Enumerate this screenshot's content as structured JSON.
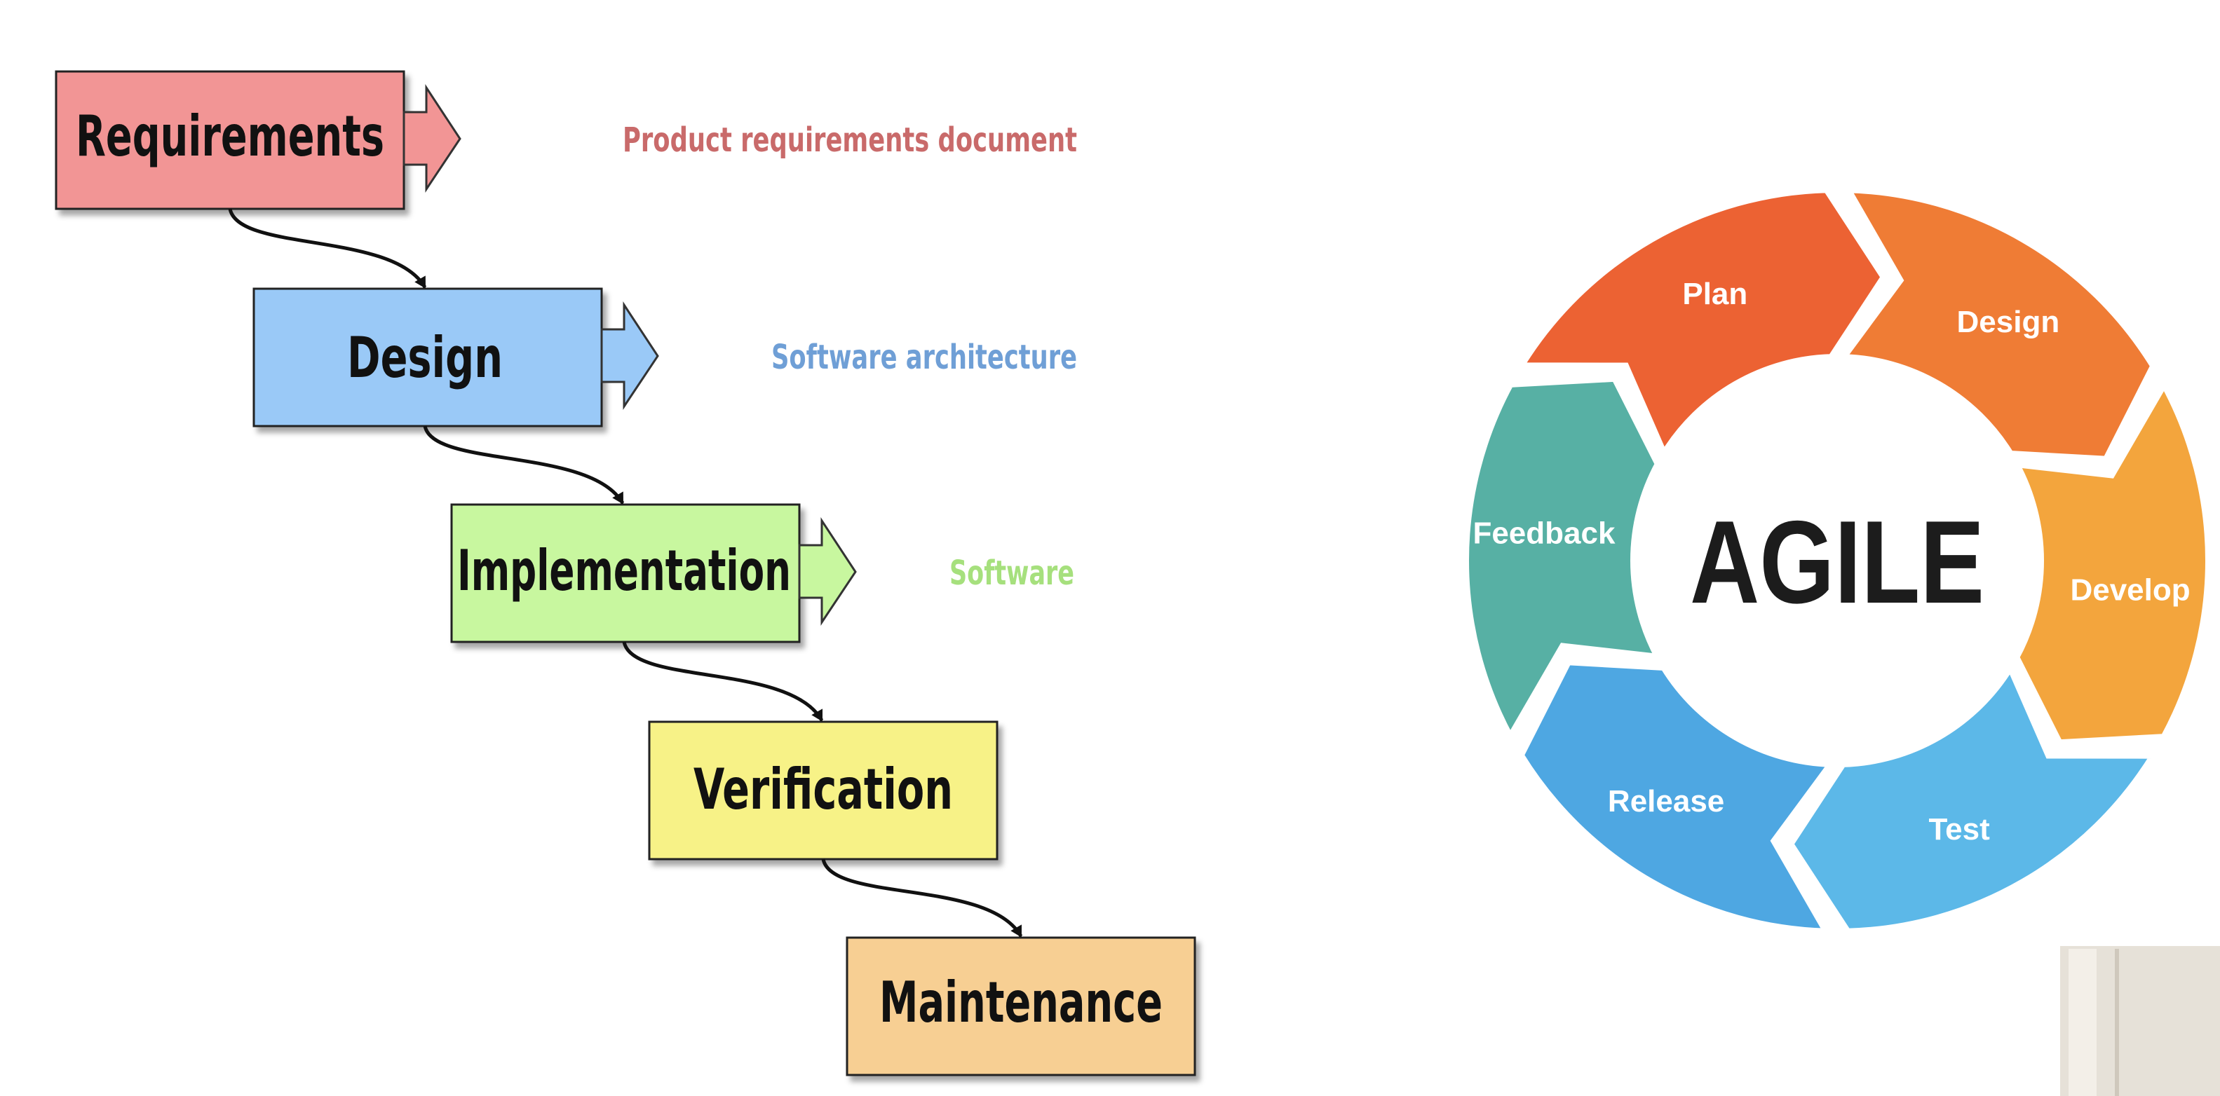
{
  "waterfall": {
    "stages": [
      {
        "label": "Requirements",
        "color": "#f29595",
        "output": "Product requirements document",
        "output_color": "#c96a6a"
      },
      {
        "label": "Design",
        "color": "#9ac9f7",
        "output": "Software architecture",
        "output_color": "#6f9fd6"
      },
      {
        "label": "Implementation",
        "color": "#c8f79f",
        "output": "Software",
        "output_color": "#a6e07d"
      },
      {
        "label": "Verification",
        "color": "#f7f287",
        "output": "",
        "output_color": ""
      },
      {
        "label": "Maintenance",
        "color": "#f7cf93",
        "output": "",
        "output_color": ""
      }
    ]
  },
  "agile": {
    "center_label": "AGILE",
    "segments": [
      {
        "label": "Plan",
        "color": "#ec6233"
      },
      {
        "label": "Design",
        "color": "#ef7c35"
      },
      {
        "label": "Develop",
        "color": "#f3a53d"
      },
      {
        "label": "Test",
        "color": "#5cb8e8"
      },
      {
        "label": "Release",
        "color": "#4ea7e2"
      },
      {
        "label": "Feedback",
        "color": "#57b0a4"
      }
    ]
  }
}
